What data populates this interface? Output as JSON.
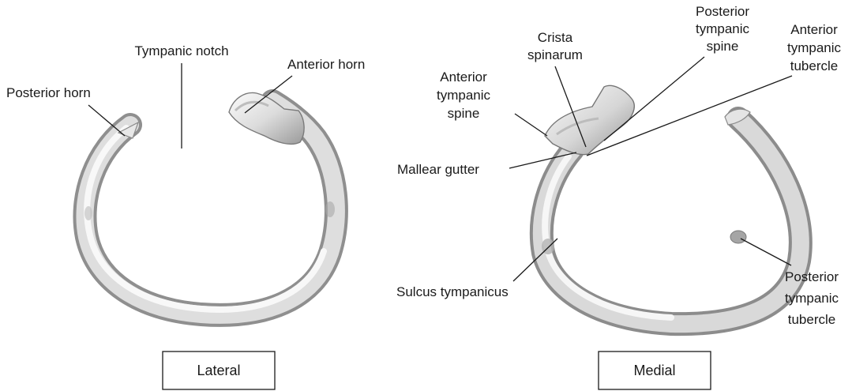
{
  "lateral": {
    "labels": {
      "tympanic_notch": "Tympanic notch",
      "anterior_horn": "Anterior horn",
      "posterior_horn": "Posterior horn"
    },
    "view_caption": "Lateral"
  },
  "medial": {
    "labels": {
      "crista_line1": "Crista",
      "crista_line2": "spinarum",
      "post_spine_line1": "Posterior",
      "post_spine_line2": "tympanic",
      "post_spine_line3": "spine",
      "ant_tubercle_line1": "Anterior",
      "ant_tubercle_line2": "tympanic",
      "ant_tubercle_line3": "tubercle",
      "ant_spine_line1": "Anterior",
      "ant_spine_line2": "tympanic",
      "ant_spine_line3": "spine",
      "mallear_gutter": "Mallear gutter",
      "sulcus_tympanicus": "Sulcus tympanicus",
      "post_tubercle_line1": "Posterior",
      "post_tubercle_line2": "tympanic",
      "post_tubercle_line3": "tubercle"
    },
    "view_caption": "Medial"
  },
  "colors": {
    "bone_light": "#f2f2f2",
    "bone_mid": "#c9c9c9",
    "bone_dark": "#8c8c8c",
    "ink": "#1a1a1a"
  }
}
